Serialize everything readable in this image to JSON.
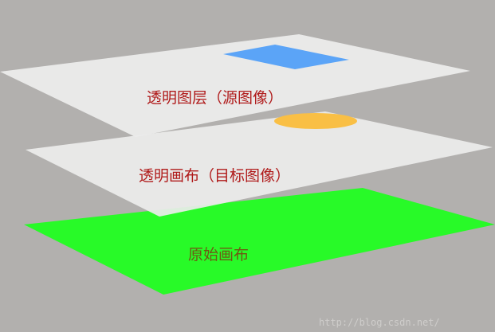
{
  "layers": {
    "source": {
      "label": "透明图层（源图像）",
      "label_color": "#b01b1b",
      "plane_color": "#ececec",
      "shape": "rectangle",
      "shape_color": "#5ba4f7"
    },
    "target": {
      "label": "透明画布（目标图像）",
      "label_color": "#b01b1b",
      "plane_color": "#ececec",
      "shape": "ellipse",
      "shape_color": "#f9bf45"
    },
    "base": {
      "label": "原始画布",
      "label_color": "#6e5a14",
      "plane_color": "#28fa28"
    }
  },
  "background_color": "#b2b0ae",
  "watermark": "http://blog.csdn.net/"
}
